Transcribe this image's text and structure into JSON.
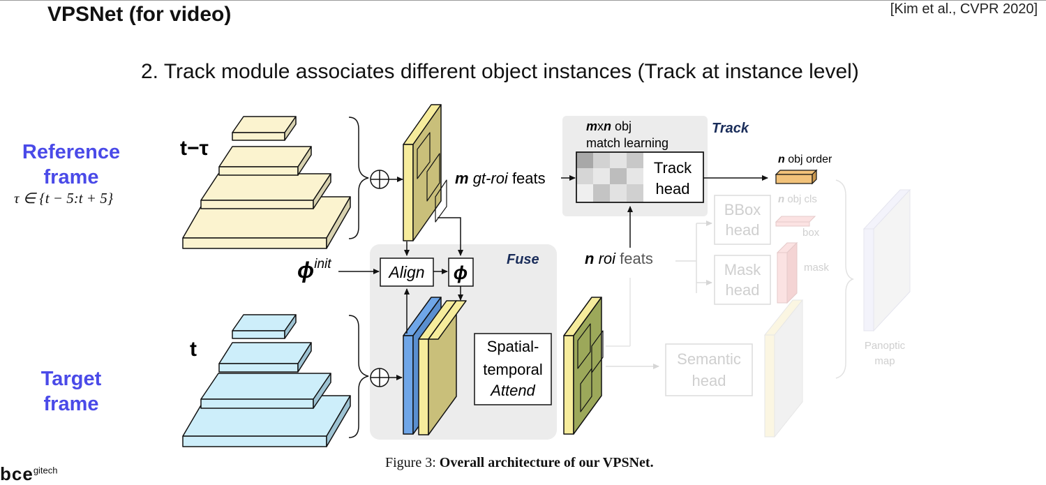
{
  "header": {
    "title": "VPSNet (for video)",
    "citation": "[Kim et al., CVPR 2020]"
  },
  "subtitle": "2. Track module associates different object instances (Track at instance level)",
  "left_labels": {
    "reference_line1": "Reference",
    "reference_line2": "frame",
    "tau_range": "τ ∈ {t − 5:t + 5}",
    "target_line1": "Target",
    "target_line2": "frame"
  },
  "diagram": {
    "t_minus_tau": "t−τ",
    "t": "t",
    "phi_init_base": "ϕ",
    "phi_init_sup": "init",
    "align": "Align",
    "phi": "ϕ",
    "fuse": "Fuse",
    "track": "Track",
    "spatial_line1": "Spatial-",
    "spatial_line2": "temporal",
    "spatial_line3": "Attend",
    "m_label": "m",
    "gt_roi": "gt-roi",
    "feats": "feats",
    "n_label": "n",
    "roi": "roi",
    "mxn_m": "m",
    "mxn_x": "x",
    "mxn_n": "n",
    "mxn_obj": "obj",
    "match_learning": "match learning",
    "track_head_line1": "Track",
    "track_head_line2": "head",
    "n_obj_order_n": "n",
    "n_obj_order": "obj order",
    "n_obj_cls": "obj cls",
    "box": "box",
    "mask": "mask",
    "bbox_head_line1": "BBox",
    "bbox_head_line2": "head",
    "mask_head_line1": "Mask",
    "mask_head_line2": "head",
    "semantic_head_line1": "Semantic",
    "semantic_head_line2": "head",
    "panoptic_line1": "Panoptic",
    "panoptic_line2": "map"
  },
  "caption": {
    "prefix": "Figure 3: ",
    "bold": "Overall architecture of our VPSNet."
  },
  "footer": {
    "logo": "bce",
    "logo_sup": "gitech"
  },
  "colors": {
    "reference_pyramid": "#fbf3cf",
    "target_pyramid": "#cdeefa",
    "feature_map": "#c9bf7a",
    "feature_edge_yellow": "#f6ec9c",
    "feature_edge_blue": "#6fa6e8",
    "fuse_bg": "#ececec",
    "label_blue": "#4a4ae8",
    "order_orange": "#f2c27a"
  }
}
